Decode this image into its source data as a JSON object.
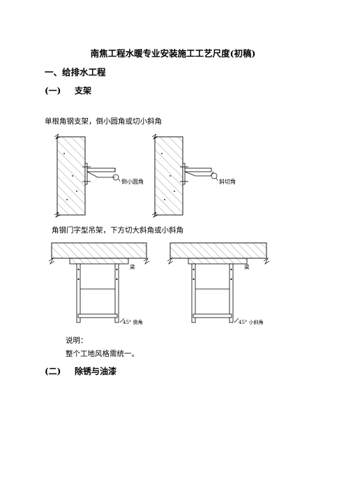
{
  "doc": {
    "title": "南焦工程水暖专业安装施工工艺尺度(初稿)",
    "section1": "一、给排水工程",
    "sub1_num": "(一)",
    "sub1_title": "支架",
    "para1": "单根角钢支架，倒小圆角或切小斜角",
    "fig1_label_a": "倒小圆角",
    "fig1_label_b": "斜切角",
    "para2": "角钢门字型吊架，下方切大斜角或小斜角",
    "fig2_beam_a": "梁",
    "fig2_beam_b": "梁",
    "fig2_label_a": "45° 倒角",
    "fig2_label_b": "45° 小斜角",
    "note_label": "说明：",
    "note_text": "整个工地风格需统一。",
    "sub2_num": "(二)",
    "sub2_title": "除锈与油漆"
  }
}
